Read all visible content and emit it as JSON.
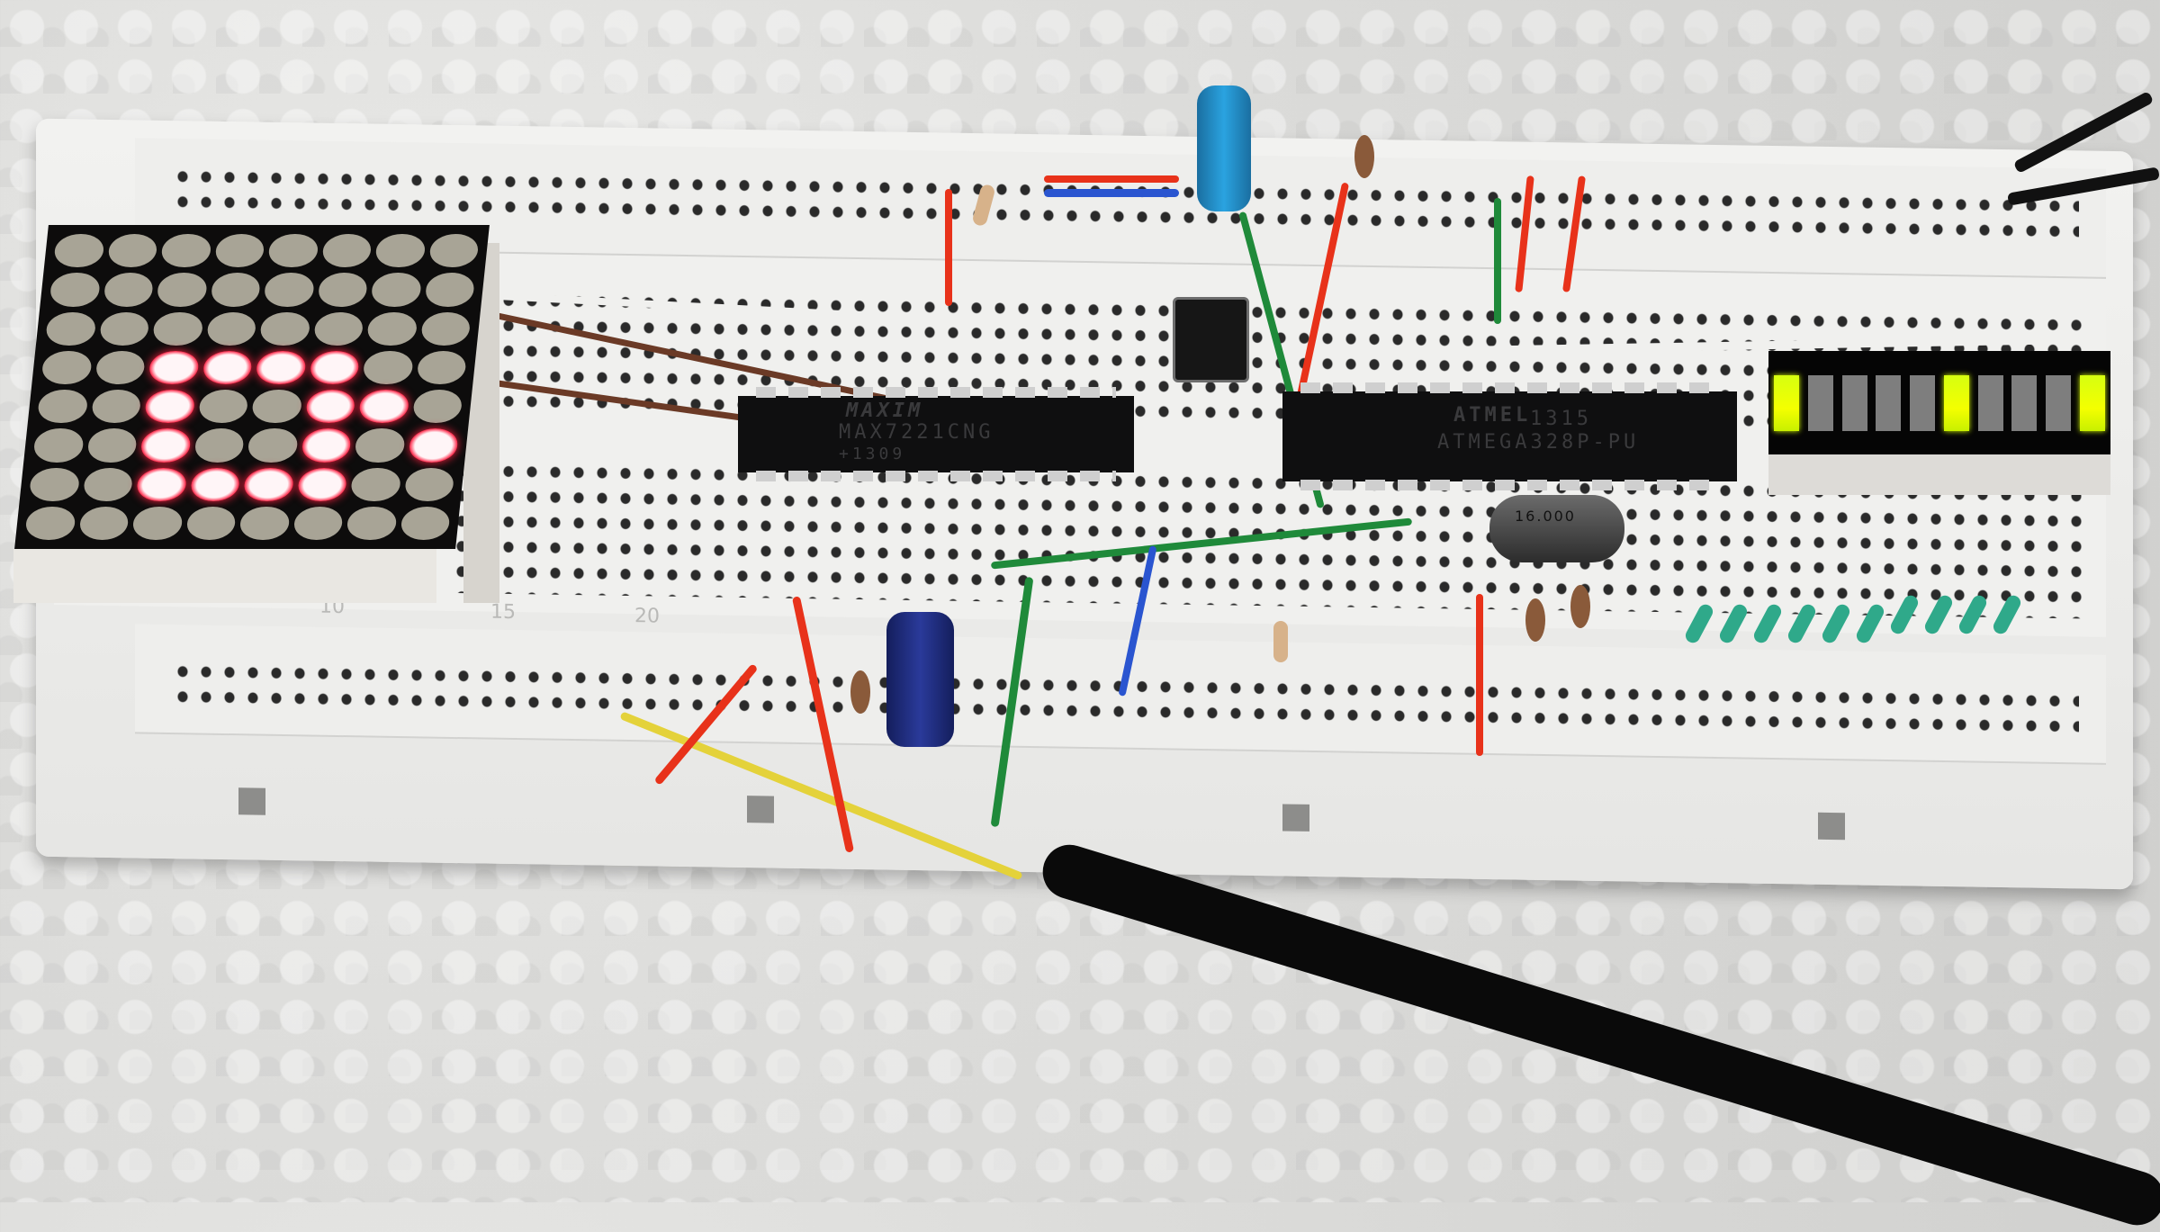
{
  "scene": {
    "description": "Breadboard circuit with 8x8 LED dot matrix, MAX7221 driver, ATmega328P microcontroller, 10-segment LED bar graph",
    "background_color": "#dcdcda"
  },
  "breadboard": {
    "row_numbers": [
      "10",
      "15",
      "20"
    ],
    "color": "#eeeeec"
  },
  "led_matrix": {
    "rows": 8,
    "cols": 8,
    "on_color": "#ff3050",
    "off_color": "#a8a496",
    "lit": [
      [
        3,
        2
      ],
      [
        3,
        3
      ],
      [
        3,
        4
      ],
      [
        3,
        5
      ],
      [
        4,
        2
      ],
      [
        4,
        5
      ],
      [
        4,
        6
      ],
      [
        5,
        2
      ],
      [
        5,
        5
      ],
      [
        5,
        7
      ],
      [
        6,
        2
      ],
      [
        6,
        3
      ],
      [
        6,
        4
      ],
      [
        6,
        5
      ]
    ]
  },
  "chips": {
    "driver": {
      "brand": "MAXIM",
      "part": "MAX7221CNG",
      "code": "+1309"
    },
    "mcu": {
      "brand": "ATMEL",
      "date_code": "1315",
      "part": "ATMEGA328P-PU"
    }
  },
  "crystal": {
    "label": "16.000"
  },
  "bargraph": {
    "segments": 10,
    "lit": [
      0,
      5,
      9
    ],
    "on_color": "#f4ff00",
    "off_color": "#7e7e7e"
  },
  "resistor_array": {
    "count": 10,
    "color": "#2fa98a"
  },
  "capacitors": {
    "electrolytic": [
      {
        "color": "#1e8fc8",
        "position": "top-center"
      },
      {
        "color": "#1f2a7a",
        "position": "bottom-left"
      }
    ],
    "ceramic_count": 4
  },
  "wires": {
    "colors": [
      "#e8321a",
      "#1f8a3a",
      "#2a55d0",
      "#f0f0ee",
      "#6b3a26",
      "#e4d23a"
    ]
  }
}
